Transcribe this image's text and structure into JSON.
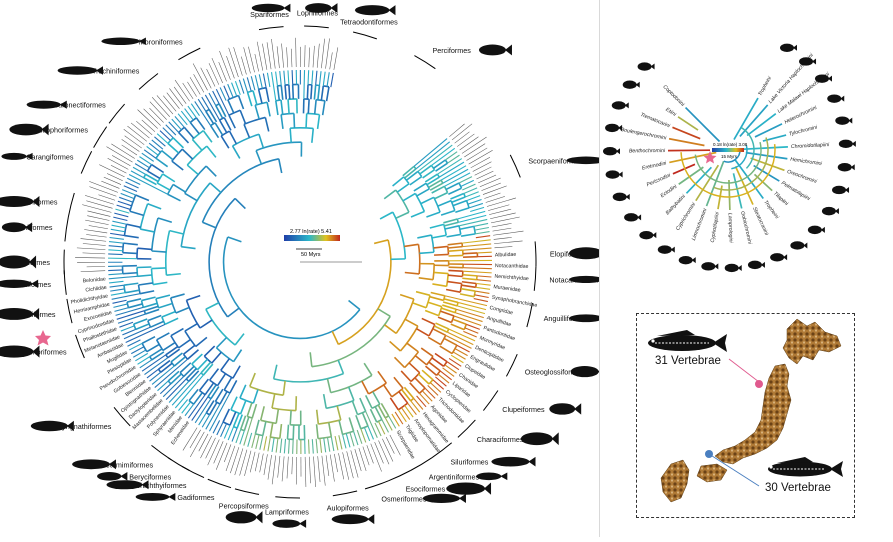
{
  "main_tree": {
    "scale_label": "2.77 ln(rate) 5.41",
    "time_label": "50 Myrs",
    "orders": [
      {
        "name": "Spariformes",
        "angle": -97
      },
      {
        "name": "Lophiiformes",
        "angle": -86
      },
      {
        "name": "Tetraodontiformes",
        "angle": -74
      },
      {
        "name": "Perciformes",
        "angle": -58
      },
      {
        "name": "Scorpaeniformes",
        "angle": -24
      },
      {
        "name": "Elopiformes",
        "angle": -2
      },
      {
        "name": "Notacanthiformes",
        "angle": 4
      },
      {
        "name": "Anguilliformes",
        "angle": 13
      },
      {
        "name": "Osteoglossiformes",
        "angle": 26
      },
      {
        "name": "Clupeiformes",
        "angle": 36
      },
      {
        "name": "Characiformes",
        "angle": 45
      },
      {
        "name": "Siluriformes",
        "angle": 53
      },
      {
        "name": "Argentiniformes",
        "angle": 59
      },
      {
        "name": "Esociformes",
        "angle": 65
      },
      {
        "name": "Osmeriformes",
        "angle": 71
      },
      {
        "name": "Aulopiformes",
        "angle": 79
      },
      {
        "name": "Lampriformes",
        "angle": 93
      },
      {
        "name": "Percopsiformes",
        "angle": 103
      },
      {
        "name": "Gadiformes",
        "angle": 110
      },
      {
        "name": "Trachichthyiformes",
        "angle": 117
      },
      {
        "name": "Beryciformes",
        "angle": 121
      },
      {
        "name": "Cetomimiformes",
        "angle": 126
      },
      {
        "name": "Syngnathiformes",
        "angle": 139
      },
      {
        "name": "Scombriformes",
        "angle": 159
      },
      {
        "name": "Cichliformes",
        "angle": 168
      },
      {
        "name": "Beloniformes",
        "angle": 175
      },
      {
        "name": "Atheriniformes",
        "angle": 180
      },
      {
        "name": "Blenniiformes",
        "angle": 188
      },
      {
        "name": "Synbranchiformes",
        "angle": 194
      },
      {
        "name": "Carangiformes",
        "angle": 205
      },
      {
        "name": "Istiophoriformes",
        "angle": 212
      },
      {
        "name": "Pleuronectiformes",
        "angle": 219
      },
      {
        "name": "Trachiniformes",
        "angle": 230
      },
      {
        "name": "Moroniformes",
        "angle": 242
      }
    ],
    "families_left": [
      "Belonidae",
      "Cichlidae",
      "Pholidichthyidae",
      "Hemiramphidae",
      "Exocoetidae",
      "Cyprinodontidae",
      "Phallostethidae",
      "Melanotaeniidae",
      "Ambassidae",
      "Mugilidae",
      "Plesiopidae",
      "Pseudochromidae",
      "Gobiesocidae",
      "Blenniidae",
      "Opistognathidae",
      "Dactylopteridae",
      "Mastacembelidae",
      "Polynemidae",
      "Sphyraenidae",
      "Menidae",
      "Echeneidae"
    ],
    "families_right": [
      "Albulidae",
      "Notacanthidae",
      "Nemichthyidae",
      "Muraenidae",
      "Synaphobranchidae",
      "Congridae",
      "Anguillidae",
      "Pantodontidae",
      "Mormyridae",
      "Denticipitidae",
      "Engraulidae",
      "Clupeidae",
      "Chanidae",
      "Liparidae",
      "Cyclopteridae",
      "Trichodontidae",
      "Agonidae",
      "Hexagrammidae",
      "Anoplopomatidae",
      "Triglidae",
      "Scorpaenidae"
    ]
  },
  "cichlid_tree": {
    "scale_label": "0.18 ln(rate) 3.08",
    "time_label": "15 Myrs",
    "tribes": [
      "Tropheini",
      "Lake Victoria Haplochromini",
      "Lake Malawi Haplochromini",
      "Heterochromini",
      "Tylochromini",
      "Chromidotilapiini",
      "Hemichromini",
      "Oreochromini",
      "Pelmatolapiini",
      "Tilapiini",
      "Tropheini",
      "Steatocranini",
      "Gobiochromini",
      "Lamprologini",
      "Cyphotilapiini",
      "Limnochromini",
      "Cyprichromini",
      "Bathybatini",
      "Ectodini",
      "Perissodini",
      "Eretmodini",
      "Benthochromini",
      "Boulengerochromini",
      "Trematocarini",
      "Etiini",
      "Coptodonini"
    ]
  },
  "map": {
    "label_north": "31 Vertebrae",
    "label_south": "30 Vertebrae",
    "north_marker_color": "#e05a8e",
    "south_marker_color": "#4a7fc0"
  },
  "colors": {
    "slow": "#1f3ea8",
    "mid": "#2ab7c9",
    "fast": "#d9b21f",
    "fastest": "#c0271e",
    "star": "#e8678f",
    "terrain": "#8a5a23"
  }
}
